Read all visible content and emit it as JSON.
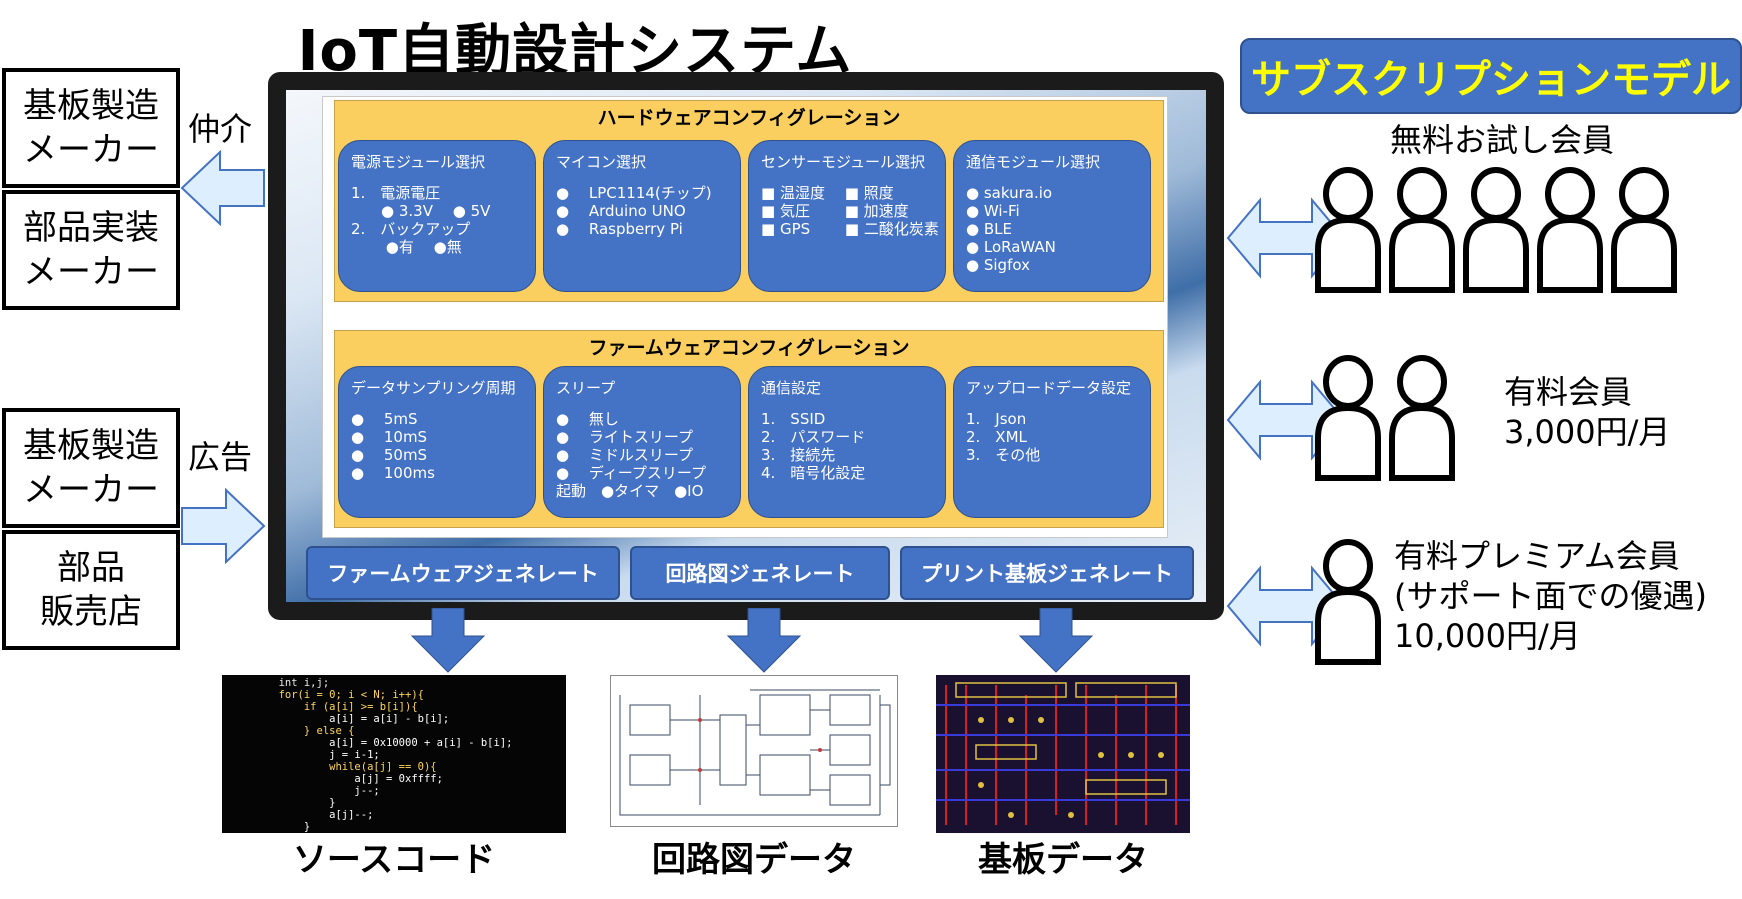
{
  "title": "IoT自動設計システム",
  "left": {
    "boxes_top": [
      "基板製造\nメーカー",
      "部品実装\nメーカー"
    ],
    "label_top": "仲介",
    "boxes_bottom": [
      "基板製造\nメーカー",
      "部品\n販売店"
    ],
    "label_bottom": "広告"
  },
  "hardware": {
    "title": "ハードウェアコンフィグレーション",
    "cards": [
      {
        "title": "電源モジュール選択",
        "items": [
          "1.　電源電圧",
          "　　● 3.3V　 ● 5V",
          "",
          "2.　バックアップ",
          "　　 ●有　 ●無"
        ]
      },
      {
        "title": "マイコン選択",
        "items": [
          "●　 LPC1114(チップ)",
          "●　 Arduino UNO",
          "●　 Raspberry Pi"
        ]
      },
      {
        "title": "センサーモジュール選択",
        "items": [
          "■ 温湿度　 ■ 照度",
          "■ 気圧　　 ■ 加速度",
          "■ GPS　　 ■ 二酸化炭素"
        ]
      },
      {
        "title": "通信モジュール選択",
        "items": [
          "● sakura.io",
          "● Wi-Fi",
          "● BLE",
          "● LoRaWAN",
          "● Sigfox"
        ]
      }
    ]
  },
  "firmware": {
    "title": "ファームウェアコンフィグレーション",
    "cards": [
      {
        "title": "データサンプリング周期",
        "items": [
          "●　 5mS",
          "●　 10mS",
          "●　 50mS",
          "●　 100ms"
        ]
      },
      {
        "title": "スリープ",
        "items": [
          "●　 無し",
          "●　 ライトスリープ",
          "●　 ミドルスリープ",
          "●　 ディープスリープ",
          "起動　●タイマ　●IO"
        ]
      },
      {
        "title": "通信設定",
        "items": [
          "1.　SSID",
          "2.　パスワード",
          "3.　接続先",
          "4.　暗号化設定"
        ]
      },
      {
        "title": "アップロードデータ設定",
        "items": [
          "1.　Json",
          "2.　XML",
          "3.　その他"
        ]
      }
    ]
  },
  "generators": [
    "ファームウェアジェネレート",
    "回路図ジェネレート",
    "プリント基板ジェネレート"
  ],
  "outputs": {
    "source_caption": "ソースコード",
    "schematic_caption": "回路図データ",
    "pcb_caption": "基板データ",
    "code_lines": [
      "        int i,j;",
      "        for(i = 0; i < N; i++){",
      "            if (a[i] >= b[i]){",
      "                a[i] = a[i] - b[i];",
      "            } else {",
      "                a[i] = 0x10000 + a[i] - b[i];",
      "                j = i-1;",
      "                while(a[j] == 0){",
      "                    a[j] = 0xffff;",
      "                    j--;",
      "                }",
      "                a[j]--;",
      "            }"
    ]
  },
  "subscription": {
    "title": "サブスクリプションモデル",
    "free_label": "無料お試し会員",
    "paid_label_line1": "有料会員",
    "paid_label_line2": "3,000円/月",
    "premium_line1": "有料プレミアム会員",
    "premium_line2": "(サポート面での優遇)",
    "premium_line3": "10,000円/月"
  },
  "colors": {
    "card_blue": "#4472c4",
    "panel_yellow": "#fbcf5f",
    "arrow_light": "#ddeeff",
    "sub_text": "#ffff00"
  }
}
